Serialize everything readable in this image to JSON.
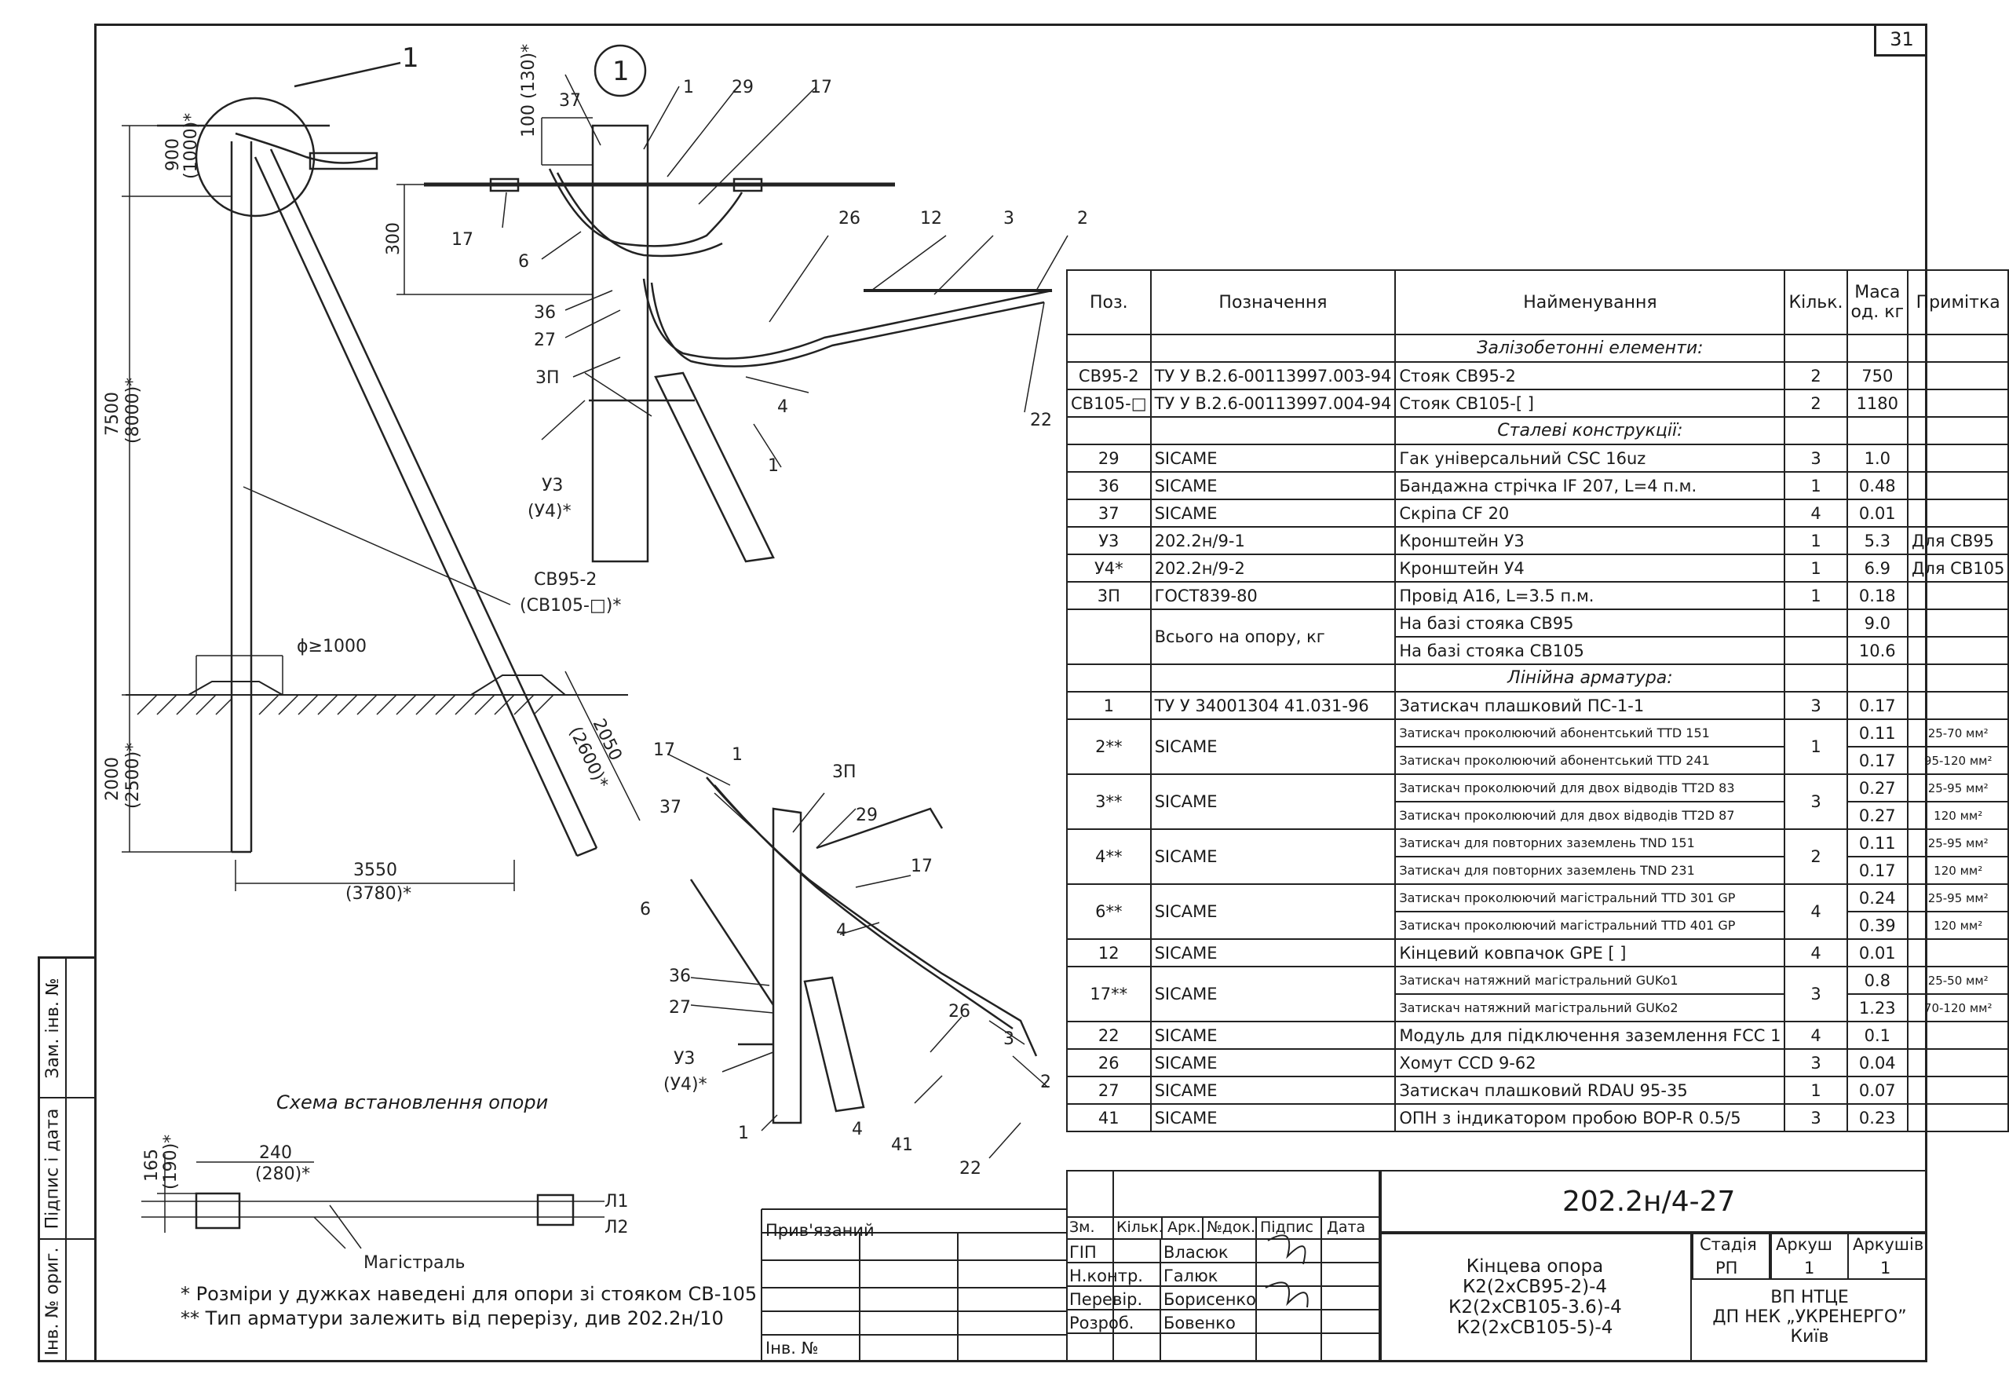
{
  "sheet_number": "31",
  "sidebar": {
    "zam_inv": "Зам. інв. №",
    "pidpys_data": "Підпис і дата",
    "inv_orig": "Інв. № ориг."
  },
  "drawing": {
    "dims": {
      "d900": "900",
      "d1000": "(1000)*",
      "d7500": "7500",
      "d8000": "(8000)*",
      "d2000": "2000",
      "d2500": "(2500)*",
      "d3550": "3550",
      "d3780": "(3780)*",
      "d2050": "2050",
      "d2600": "(2600)*",
      "phi": "ϕ≥1000",
      "d100": "100 (130)*",
      "d300": "300",
      "d165": "165",
      "d190": "(190)*",
      "d240": "240",
      "d280": "(280)*"
    },
    "labels": {
      "n1": "1",
      "n2": "2",
      "n3": "3",
      "n4": "4",
      "n6": "6",
      "n12": "12",
      "n17": "17",
      "n22": "22",
      "n26": "26",
      "n27": "27",
      "n29": "29",
      "n36": "36",
      "n37": "37",
      "n41": "41",
      "zp": "3П",
      "u3": "У3",
      "u4": "(У4)*",
      "cv95": "СВ95-2",
      "cv105": "(СВ105-□)*",
      "l1": "Л1",
      "l2": "Л2",
      "magistral": "Магістраль"
    },
    "schema_title": "Схема встановлення опори"
  },
  "notes": {
    "n1": "* Розміри у дужках наведені для опори зі стояком СВ-105",
    "n2": "** Тип арматури залежить від перерізу, див 202.2н/10"
  },
  "spec_table": {
    "headers": {
      "pos": "Поз.",
      "code": "Позначення",
      "name": "Найменування",
      "qty": "Кільк.",
      "mass1": "Маса",
      "mass2": "од. кг",
      "note": "Примітка"
    },
    "sections": {
      "s1": "Залізобетонні елементи:",
      "s2": "Сталеві конструкції:",
      "s3": "Лінійна арматура:"
    },
    "rc": [
      {
        "pos": "СВ95-2",
        "code": "ТУ У В.2.6-00113997.003-94",
        "name": "Стояк СВ95-2",
        "qty": "2",
        "mass": "750",
        "note": ""
      },
      {
        "pos": "СВ105-□",
        "code": "ТУ У В.2.6-00113997.004-94",
        "name": "Стояк СВ105-[        ]",
        "qty": "2",
        "mass": "1180",
        "note": ""
      }
    ],
    "steel": [
      {
        "pos": "29",
        "code": "SICAME",
        "name": "Гак універсальний CSC 16uz",
        "qty": "3",
        "mass": "1.0",
        "note": ""
      },
      {
        "pos": "36",
        "code": "SICAME",
        "name": "Бандажна стрічка IF 207, L=4 п.м.",
        "qty": "1",
        "mass": "0.48",
        "note": ""
      },
      {
        "pos": "37",
        "code": "SICAME",
        "name": "Скріпа CF 20",
        "qty": "4",
        "mass": "0.01",
        "note": ""
      },
      {
        "pos": "У3",
        "code": "202.2н/9-1",
        "name": "Кронштейн У3",
        "qty": "1",
        "mass": "5.3",
        "note": "Для СВ95"
      },
      {
        "pos": "У4*",
        "code": "202.2н/9-2",
        "name": "Кронштейн У4",
        "qty": "1",
        "mass": "6.9",
        "note": "Для СВ105"
      },
      {
        "pos": "3П",
        "code": "ГОСТ839-80",
        "name": "Провід А16, L=3.5 п.м.",
        "qty": "1",
        "mass": "0.18",
        "note": ""
      }
    ],
    "total": {
      "label": "Всього на опору, кг",
      "r1_name": "На базі стояка СВ95",
      "r1_mass": "9.0",
      "r2_name": "На базі стояка СВ105",
      "r2_mass": "10.6"
    },
    "fit": {
      "f1": {
        "pos": "1",
        "code": "ТУ У 34001304 41.031-96",
        "name": "Затискач плашковий ПС-1-1",
        "qty": "3",
        "mass": "0.17"
      },
      "f2": {
        "pos": "2**",
        "code": "SICAME",
        "qty": "1",
        "a_name": "Затискач проколюючий абонентський TTD 151",
        "a_mass": "0.11",
        "a_note": "25-70 мм²",
        "b_name": "Затискач проколюючий абонентський TTD 241",
        "b_mass": "0.17",
        "b_note": "95-120 мм²"
      },
      "f3": {
        "pos": "3**",
        "code": "SICAME",
        "qty": "3",
        "a_name": "Затискач проколюючий для двох відводів  TT2D 83",
        "a_mass": "0.27",
        "a_note": "25-95 мм²",
        "b_name": "Затискач проколюючий для двох відводів TT2D 87",
        "b_mass": "0.27",
        "b_note": "120 мм²"
      },
      "f4": {
        "pos": "4**",
        "code": "SICAME",
        "qty": "2",
        "a_name": "Затискач для повторних заземлень TND 151",
        "a_mass": "0.11",
        "a_note": "25-95 мм²",
        "b_name": "Затискач для повторних заземлень TND 231",
        "b_mass": "0.17",
        "b_note": "120 мм²"
      },
      "f6": {
        "pos": "6**",
        "code": "SICAME",
        "qty": "4",
        "a_name": "Затискач проколюючий магістральний TTD 301 GP",
        "a_mass": "0.24",
        "a_note": "25-95 мм²",
        "b_name": "Затискач проколюючий магістральний TTD 401 GP",
        "b_mass": "0.39",
        "b_note": "120 мм²"
      },
      "f12": {
        "pos": "12",
        "code": "SICAME",
        "name": "Кінцевий ковпачок GPE [        ]",
        "qty": "4",
        "mass": "0.01"
      },
      "f17": {
        "pos": "17**",
        "code": "SICAME",
        "qty": "3",
        "a_name": "Затискач натяжний магістральний GUKo1",
        "a_mass": "0.8",
        "a_note": "25-50 мм²",
        "b_name": "Затискач натяжний магістральний GUKo2",
        "b_mass": "1.23",
        "b_note": "70-120 мм²"
      },
      "rest": [
        {
          "pos": "22",
          "code": "SICAME",
          "name": "Модуль для підключення заземлення FCC 1",
          "qty": "4",
          "mass": "0.1"
        },
        {
          "pos": "26",
          "code": "SICAME",
          "name": "Хомут CCD 9-62",
          "qty": "3",
          "mass": "0.04"
        },
        {
          "pos": "27",
          "code": "SICAME",
          "name": "Затискач плашковий RDAU 95-35",
          "qty": "1",
          "mass": "0.07"
        },
        {
          "pos": "41",
          "code": "SICAME",
          "name": "ОПН з індикатором пробою BOP-R 0.5/5",
          "qty": "3",
          "mass": "0.23"
        }
      ]
    }
  },
  "title_block": {
    "doc_code": "202.2н/4-27",
    "pryviazanyi": "Прив'язаний",
    "inv_no": "Інв. №",
    "cols": {
      "zm": "Зм.",
      "kilk": "Кільк.",
      "ark": "Арк.",
      "ndok": "№док.",
      "pidpys": "Підпис",
      "data": "Дата"
    },
    "roles": [
      {
        "role": "ГІП",
        "name": "Власюк"
      },
      {
        "role": "Н.контр.",
        "name": "Галюк"
      },
      {
        "role": "Перевір.",
        "name": "Борисенко"
      },
      {
        "role": "Розроб.",
        "name": "Бовенко"
      }
    ],
    "title": {
      "l1": "Кінцева опора",
      "l2": "К2(2хСВ95-2)-4",
      "l3": "К2(2хСВ105-3.6)-4",
      "l4": "К2(2хСВ105-5)-4"
    },
    "stage_label": "Стадія",
    "sheet_label": "Аркуш",
    "sheets_label": "Аркушів",
    "stage": "РП",
    "sheet": "1",
    "sheets": "1",
    "org": {
      "l1": "ВП НТЦЕ",
      "l2": "ДП НЕК „УКРЕНЕРГО”",
      "l3": "Київ"
    }
  }
}
